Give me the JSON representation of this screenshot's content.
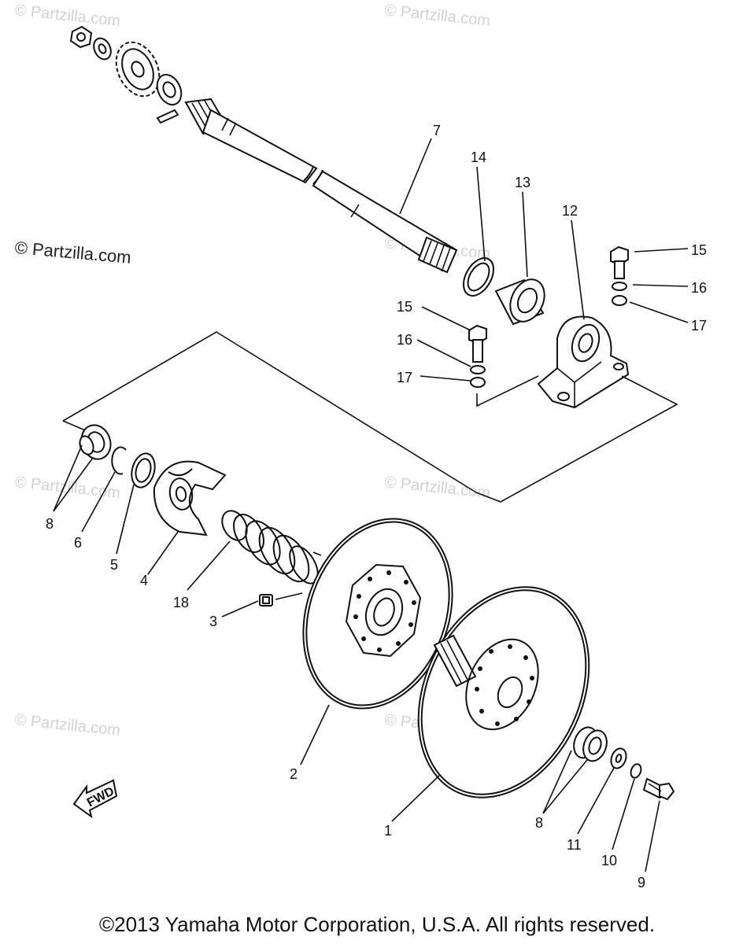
{
  "watermarks": {
    "text": "© Partzilla.com",
    "prominent": "© Partzilla.com"
  },
  "copyright": "©2013 Yamaha Motor Corporation, U.S.A. All rights reserved.",
  "fwd_label": "FWD",
  "callouts": [
    {
      "id": "1",
      "part": "primary-sheave-outer"
    },
    {
      "id": "2",
      "part": "sliding-sheave"
    },
    {
      "id": "3",
      "part": "slider"
    },
    {
      "id": "4",
      "part": "spider"
    },
    {
      "id": "5",
      "part": "washer"
    },
    {
      "id": "6",
      "part": "circlip"
    },
    {
      "id": "7",
      "part": "shaft"
    },
    {
      "id": "8",
      "part": "bearing-bushing"
    },
    {
      "id": "9",
      "part": "bolt"
    },
    {
      "id": "10",
      "part": "spring-washer"
    },
    {
      "id": "11",
      "part": "washer"
    },
    {
      "id": "12",
      "part": "bearing-housing"
    },
    {
      "id": "13",
      "part": "bearing"
    },
    {
      "id": "14",
      "part": "oil-seal"
    },
    {
      "id": "15",
      "part": "bolt"
    },
    {
      "id": "16",
      "part": "spring-washer"
    },
    {
      "id": "17",
      "part": "washer"
    },
    {
      "id": "18",
      "part": "spring"
    }
  ]
}
